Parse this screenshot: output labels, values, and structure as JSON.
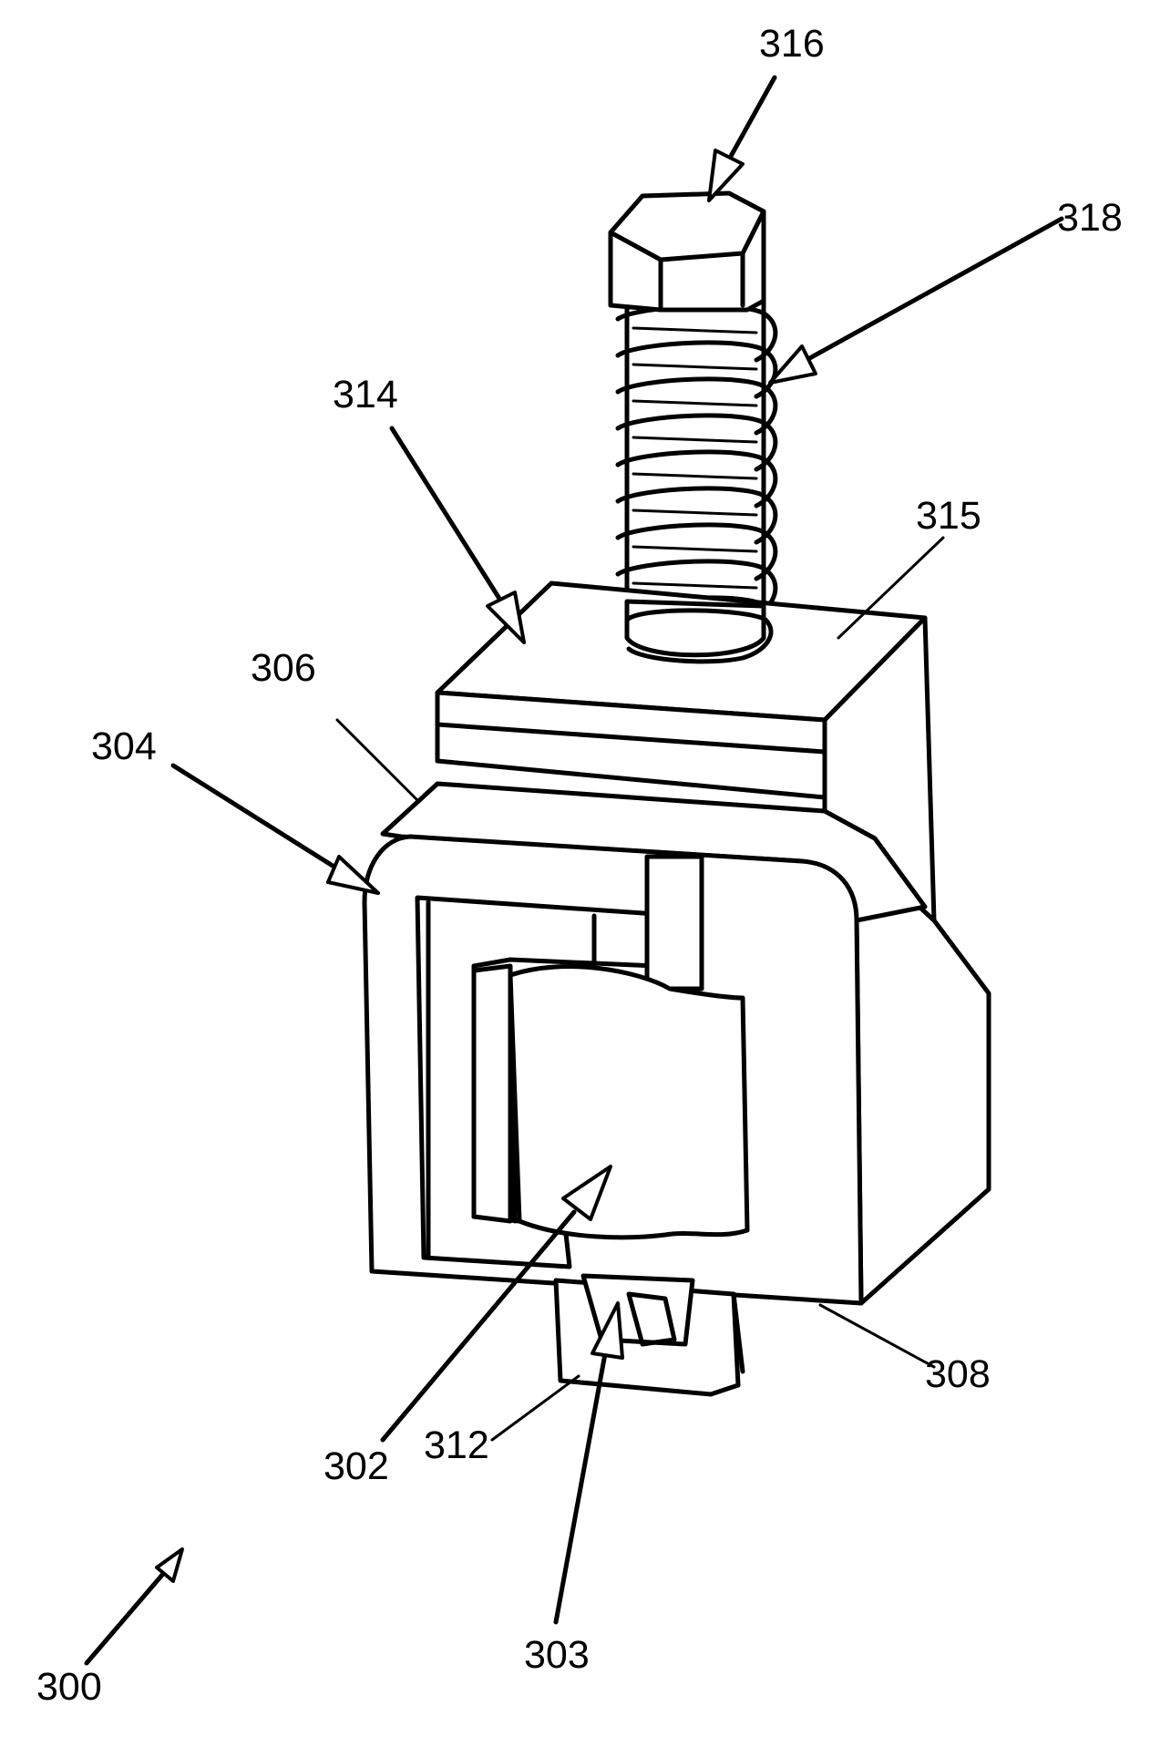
{
  "figure": {
    "reference_numerals": {
      "r300": "300",
      "r302": "302",
      "r303": "303",
      "r304": "304",
      "r306": "306",
      "r308": "308",
      "r312": "312",
      "r314": "314",
      "r315": "315",
      "r316": "316",
      "r318": "318"
    },
    "line_color": "#000000",
    "background_color": "#ffffff"
  }
}
